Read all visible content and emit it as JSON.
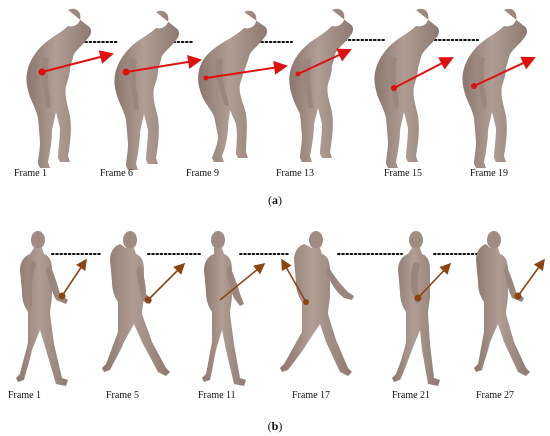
{
  "panels": [
    {
      "id": "a",
      "label_open": "(",
      "label_letter": "a",
      "label_close": ")",
      "arrow_color": "#e01010",
      "frames": [
        "Frame 1",
        "Frame 6",
        "Frame 9",
        "Frame 13",
        "Frame 15",
        "Frame 19"
      ]
    },
    {
      "id": "b",
      "label_open": "(",
      "label_letter": "b",
      "label_close": ")",
      "arrow_color": "#8b4513",
      "frames": [
        "Frame 1",
        "Frame 5",
        "Frame 11",
        "Frame 17",
        "Frame 21",
        "Frame 27"
      ]
    }
  ],
  "colors": {
    "skin": "#a08c82",
    "skin_dark": "#8a766c",
    "skin_light": "#bba89e",
    "dots": "#111111"
  }
}
